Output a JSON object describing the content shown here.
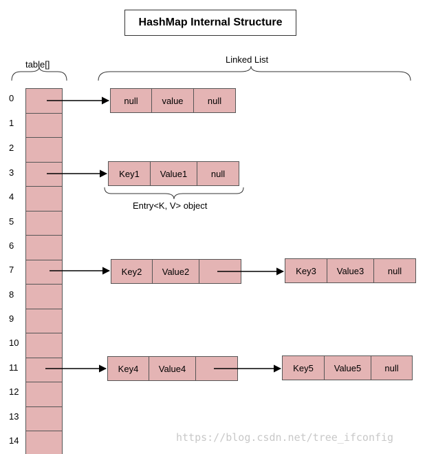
{
  "title": "HashMap Internal Structure",
  "table_label": "table[]",
  "linked_list_label": "Linked List",
  "entry_label": "Entry<K, V> object",
  "indices": [
    "0",
    "1",
    "2",
    "3",
    "4",
    "5",
    "6",
    "7",
    "8",
    "9",
    "10",
    "11",
    "12",
    "13",
    "14"
  ],
  "nodes": {
    "n0": [
      "null",
      "value",
      "null"
    ],
    "n3": [
      "Key1",
      "Value1",
      "null"
    ],
    "n7": [
      "Key2",
      "Value2",
      ""
    ],
    "n7b": [
      "Key3",
      "Value3",
      "null"
    ],
    "n11": [
      "Key4",
      "Value4",
      ""
    ],
    "n11b": [
      "Key5",
      "Value5",
      "null"
    ]
  },
  "colors": {
    "cell_fill": "#e4b4b4",
    "border": "#555555"
  },
  "watermark": "https://blog.csdn.net/tree_ifconfig"
}
